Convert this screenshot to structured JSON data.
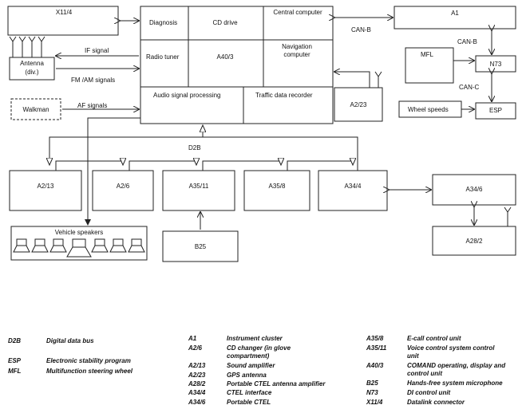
{
  "boxes": {
    "x11_4": "X11/4",
    "diagnosis": "Diagnosis",
    "cd_drive": "CD drive",
    "central_computer": "Central computer",
    "a1": "A1",
    "antenna_line1": "Antenna",
    "antenna_line2": "(div.)",
    "radio_tuner": "Radio tuner",
    "a40_3": "A40/3",
    "nav_line1": "Navigation",
    "nav_line2": "computer",
    "mfl": "MFL",
    "n73": "N73",
    "walkman": "Walkman",
    "audio_processing": "Audio signal processing",
    "traffic_recorder": "Traffic data recorder",
    "a2_23": "A2/23",
    "wheel_speeds": "Wheel speeds",
    "esp": "ESP",
    "a2_13": "A2/13",
    "a2_6": "A2/6",
    "a35_11": "A35/11",
    "a35_8": "A35/8",
    "a34_4": "A34/4",
    "a34_6": "A34/6",
    "vehicle_speakers": "Vehicle speakers",
    "b25": "B25",
    "a28_2": "A28/2"
  },
  "signals": {
    "can_b_1": "CAN-B",
    "can_b_2": "CAN-B",
    "can_c": "CAN-C",
    "if_signal": "IF signal",
    "fm_am": "FM /AM signals",
    "af_signals": "AF signals",
    "d2b": "D2B"
  },
  "legend": {
    "col1": [
      {
        "abbr": "D2B",
        "desc": "Digital data bus"
      },
      {
        "abbr": "ESP",
        "desc": "Electronic stability program"
      },
      {
        "abbr": "MFL",
        "desc": "Multifunction steering wheel"
      }
    ],
    "col2": [
      {
        "abbr": "A1",
        "desc": "Instrument cluster"
      },
      {
        "abbr": "A2/6",
        "desc": "CD changer (in glove",
        "desc2": "compartment)"
      },
      {
        "abbr": "A2/13",
        "desc": "Sound amplifier"
      },
      {
        "abbr": "A2/23",
        "desc": "GPS antenna"
      },
      {
        "abbr": "A28/2",
        "desc": "Portable CTEL antenna amplifier"
      },
      {
        "abbr": "A34/4",
        "desc": "CTEL interface"
      },
      {
        "abbr": "A34/6",
        "desc": "Portable CTEL"
      }
    ],
    "col3": [
      {
        "abbr": "A35/8",
        "desc": "E-call control unit"
      },
      {
        "abbr": "A35/11",
        "desc": "Voice control system control",
        "desc2": "unit"
      },
      {
        "abbr": "A40/3",
        "desc": "COMAND operating, display and",
        "desc2": "control unit"
      },
      {
        "abbr": "B25",
        "desc": "Hands-free system microphone"
      },
      {
        "abbr": "N73",
        "desc": "DI control unit"
      },
      {
        "abbr": "X11/4",
        "desc": "Datalink connector"
      }
    ]
  }
}
